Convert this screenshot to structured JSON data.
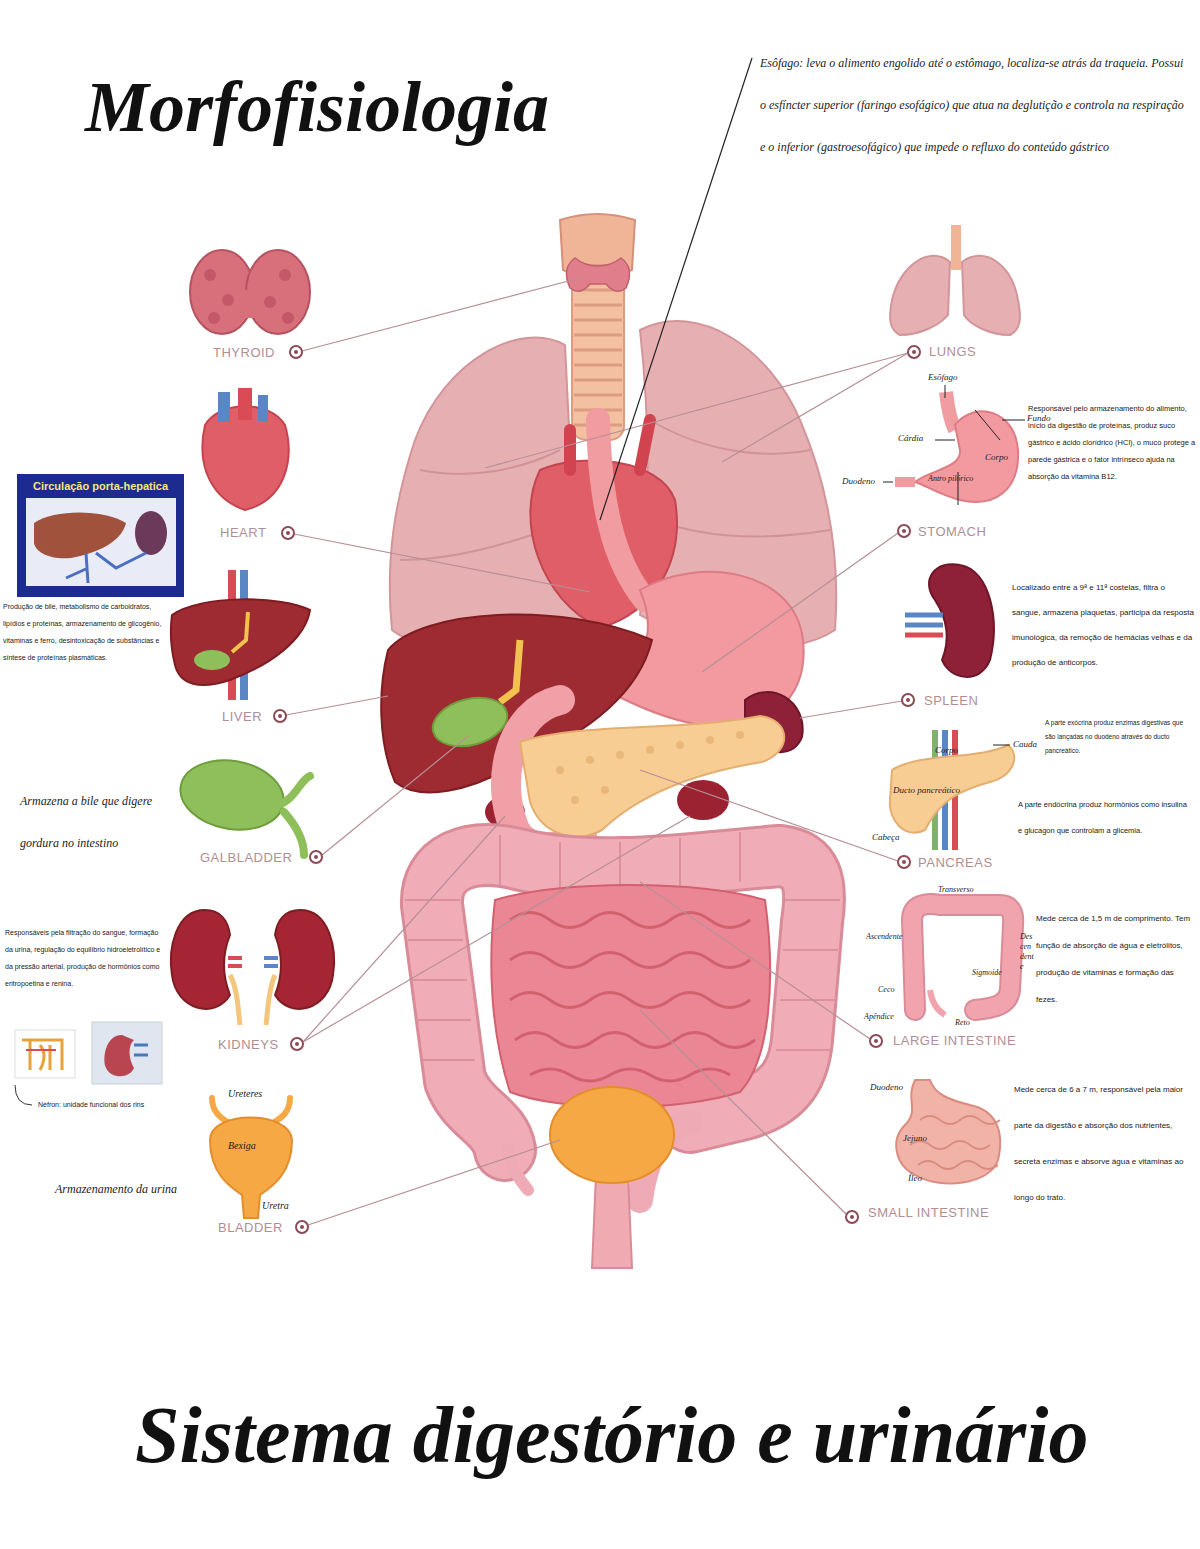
{
  "diagram": {
    "title": "Morfofisiologia",
    "caption": "Sistema digestório e urinário",
    "nodes": [
      {
        "text": [
          "Circulação porta-hepatica"
        ]
      }
    ],
    "labels": [
      "Esôfago: leva o alimento engolido até o estômago, localiza-se atrás da traqueia. Possui o esfíncter superior (faringo esofágico) que atua na deglutição e controla na respiração e o inferior (gastroesofágico) que impede o refluxo do conteúdo gástrico",
      "THYROID",
      "LUNGS",
      "Esôfago",
      "Fundo",
      "Cárdia",
      "Corpo",
      "Duodeno",
      "Antro pilórico",
      "Responsável pelo armazenamento do alimento, início da digestão de proteínas, produz suco gástrico e ácido clorídrico (HCl), o muco protege a parede gástrica e o fator intrínseco ajuda na absorção da vitamina B12.",
      "HEART",
      "STOMACH",
      "Produção de bile, metabolismo de carboidratos, lipídios e proteínas, armazenamento de glicogênio, vitaminas e ferro, desintoxicação de substâncias e síntese de proteínas plasmáticas.",
      "SPLEEN",
      "Localizado entre a 9ª e 11ª costelas, filtra o sangue, armazena plaquetas, participa da resposta imunológica, da remoção de hemácias velhas e da produção de anticorpos.",
      "LIVER",
      "Corpo",
      "Cauda",
      "A parte exócrina produz enzimas digestivas que são lançadas no duodeno através do ducto pancreático.",
      "Ducto pancreático",
      "Armazena a bile que digere gordura no intestino",
      "A parte endócrina produz hormônios como insulina e glucagon que controlam a glicemia.",
      "Cabeça",
      "GALBLADDER",
      "PANCREAS",
      "Responsáveis pela filtração do sangue, formação da urina, regulação do equilíbrio hidroeletrolítico e da pressão arterial, produção de hormônios como eritropoetina e renina.",
      "Transverso",
      "Ascendente",
      "Descendente",
      "Mede cerca de 1,5 m de comprimento. Tem função de absorção de água e eletrólitos, produção de vitaminas e formação das fezes.",
      "Sigmoide",
      "Ceco",
      "Apêndice",
      "Reto",
      "Néfron: unidade funcional dos rins",
      "KIDNEYS",
      "LARGE INTESTINE",
      "Ureteres",
      "Duodeno",
      "Mede cerca de 6 a 7 m, responsável pela maior parte da digestão e absorção dos nutrientes, secreta enzimas e absorve água e vitaminas ao longo do trato.",
      "Jejuno",
      "Bexiga",
      "Armazenamento da urina",
      "Íleo",
      "Uretra",
      "BLADDER",
      "SMALL INTESTINE"
    ]
  }
}
